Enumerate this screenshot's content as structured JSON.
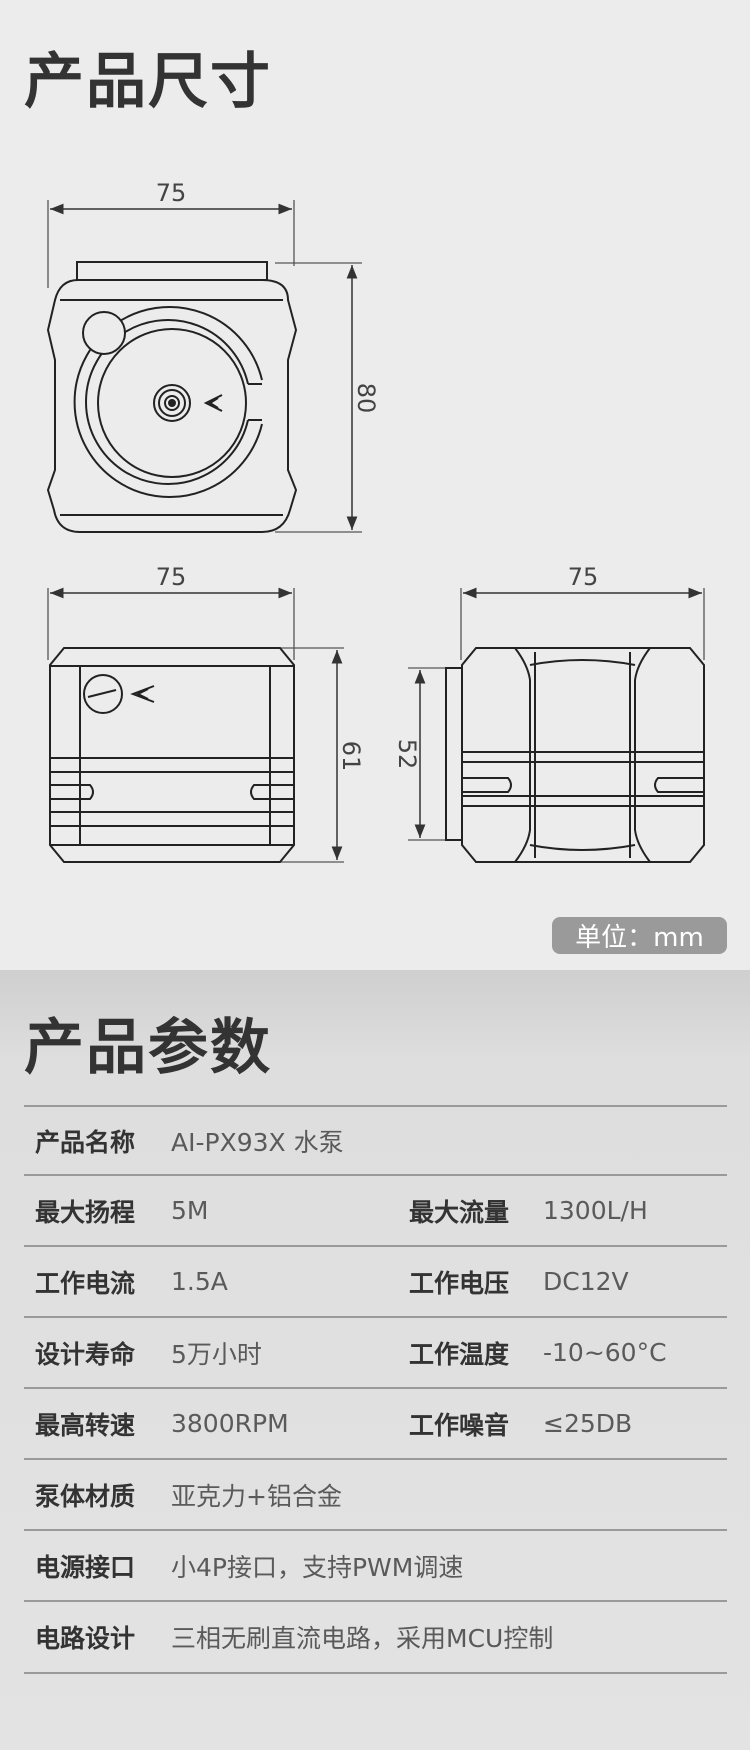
{
  "dimensions": {
    "title": "产品尺寸",
    "front": {
      "width": "75",
      "height": "80"
    },
    "side": {
      "width": "75",
      "height": "61"
    },
    "top": {
      "width": "75",
      "height": "52"
    },
    "unit_badge": "单位：mm"
  },
  "specs": {
    "title": "产品参数",
    "rows": [
      {
        "label1": "产品名称",
        "value1": "AI-PX93X 水泵",
        "label2": "",
        "value2": ""
      },
      {
        "label1": "最大扬程",
        "value1": "5M",
        "label2": "最大流量",
        "value2": "1300L/H"
      },
      {
        "label1": "工作电流",
        "value1": "1.5A",
        "label2": "工作电压",
        "value2": "DC12V"
      },
      {
        "label1": "设计寿命",
        "value1": "5万小时",
        "label2": "工作温度",
        "value2": "-10~60°C"
      },
      {
        "label1": "最高转速",
        "value1": "3800RPM",
        "label2": "工作噪音",
        "value2": "≤25DB"
      },
      {
        "label1": "泵体材质",
        "value1": "亚克力+铝合金",
        "label2": "",
        "value2": ""
      },
      {
        "label1": "电源接口",
        "value1": "小4P接口，支持PWM调速",
        "label2": "",
        "value2": ""
      },
      {
        "label1": "电路设计",
        "value1": "三相无刷直流电路，采用MCU控制",
        "label2": "",
        "value2": ""
      }
    ]
  }
}
